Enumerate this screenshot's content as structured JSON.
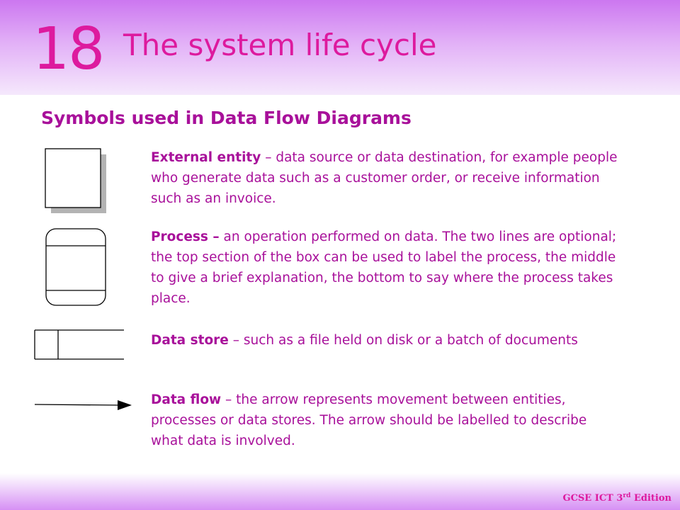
{
  "header": {
    "chapter_number": "18",
    "title": "The system life cycle"
  },
  "section_heading": "Symbols used in Data Flow Diagrams",
  "symbols": [
    {
      "symbol": "external-entity-symbol",
      "term": "External entity",
      "text": " – data source or data destination, for example people who generate data such as a customer order, or receive information such as an invoice."
    },
    {
      "symbol": "process-symbol",
      "term": "Process –",
      "text": " an operation performed on data. The two lines are optional; the top section of the box can be used to label the process, the middle to give a brief explanation, the bottom to say where the process takes place."
    },
    {
      "symbol": "data-store-symbol",
      "term": "Data store",
      "text": " – such as a file held on disk or a batch of documents"
    },
    {
      "symbol": "data-flow-arrow-symbol",
      "term": "Data flow",
      "text": " – the arrow represents movement between entities, processes or data stores. The arrow should be labelled to describe what data is involved."
    }
  ],
  "footer": {
    "book_title": "GCSE ICT 3",
    "book_title_sup": "rd",
    "book_title_suffix": " Edition"
  },
  "colors": {
    "title_magenta": "#dd1a9e",
    "text_purple": "#a8109a",
    "header_gradient_top": "#cc77f0",
    "footer_gradient_bottom": "#d690f4"
  }
}
